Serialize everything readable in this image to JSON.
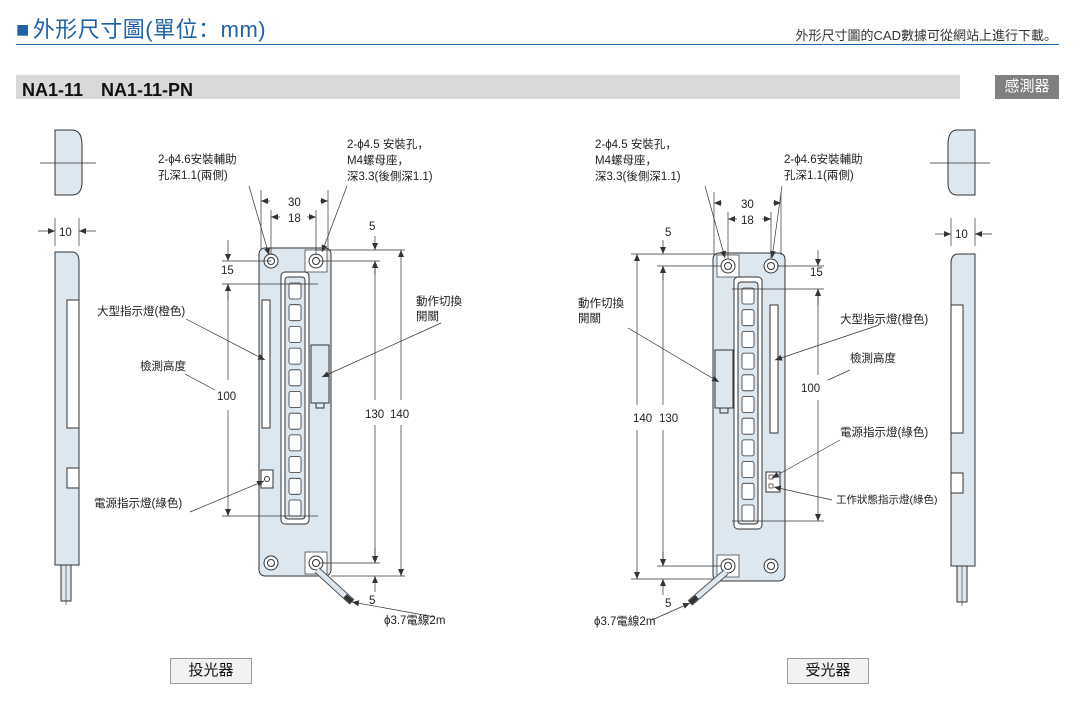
{
  "header": {
    "title": "外形尺寸圖(單位：mm)",
    "note": "外形尺寸圖的CAD數據可從網站上進行下載。"
  },
  "model": {
    "title": "NA1-11　NA1-11-PN",
    "category_badge": "感測器"
  },
  "emitter": {
    "caption": "投光器",
    "labels": {
      "aux_holes": [
        "2-ϕ4.6安裝輔助",
        "孔深1.1(兩側)"
      ],
      "mount_holes": [
        "2-ϕ4.5 安裝孔，",
        "M4螺母座，",
        "深3.3(後側深1.1)"
      ],
      "big_indicator": "大型指示燈(橙色)",
      "detect_height": "檢測高度",
      "op_switch": [
        "動作切換",
        "開關"
      ],
      "power_indicator": "電源指示燈(綠色)",
      "cable": "ϕ3.7電線2m"
    },
    "dims": {
      "side_width": "10",
      "width_30": "30",
      "width_18": "18",
      "offset_15": "15",
      "offset_5_top": "5",
      "offset_5_bottom": "5",
      "height_100": "100",
      "height_130": "130",
      "height_140": "140"
    }
  },
  "receiver": {
    "caption": "受光器",
    "labels": {
      "mount_holes": [
        "2-ϕ4.5 安裝孔，",
        "M4螺母座，",
        "深3.3(後側深1.1)"
      ],
      "aux_holes": [
        "2-ϕ4.6安裝輔助",
        "孔深1.1(兩側)"
      ],
      "op_switch": [
        "動作切換",
        "開關"
      ],
      "big_indicator": "大型指示燈(橙色)",
      "detect_height": "檢測高度",
      "power_indicator": "電源指示燈(綠色)",
      "status_indicator": "工作狀態指示燈(綠色)",
      "cable": "ϕ3.7電線2m"
    },
    "dims": {
      "side_width": "10",
      "width_30": "30",
      "width_18": "18",
      "offset_15": "15",
      "offset_5_top": "5",
      "offset_5_bottom": "5",
      "height_100": "100",
      "height_130": "130",
      "height_140": "140"
    }
  },
  "colors": {
    "accent": "#1f62a8",
    "body_fill": "#dde7f0",
    "line": "#333333"
  }
}
